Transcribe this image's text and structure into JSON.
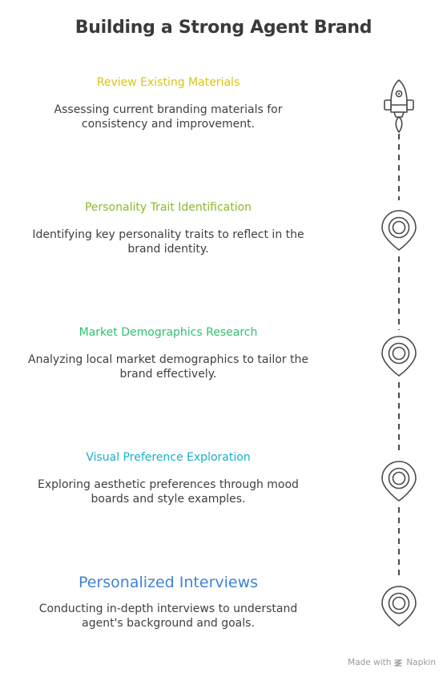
{
  "title": "Building a Strong Agent Brand",
  "steps": [
    {
      "heading": "Review Existing Materials",
      "description": "Assessing current branding materials for consistency and improvement.",
      "color": "#d9c414",
      "icon": "rocket-icon"
    },
    {
      "heading": "Personality Trait Identification",
      "description": "Identifying key personality traits to reflect in the brand identity.",
      "color": "#8cb82b",
      "icon": "location-pin-icon"
    },
    {
      "heading": "Market Demographics Research",
      "description": "Analyzing local market demographics to tailor the brand effectively.",
      "color": "#2fbf6f",
      "icon": "location-pin-icon"
    },
    {
      "heading": "Visual Preference Exploration",
      "description": "Exploring aesthetic preferences through mood boards and style examples.",
      "color": "#1aaecc",
      "icon": "location-pin-icon"
    },
    {
      "heading": "Personalized Interviews",
      "description": "Conducting in-depth interviews to understand agent's background and goals.",
      "color": "#3f82d8",
      "icon": "location-pin-icon"
    }
  ],
  "watermark": {
    "prefix": "Made with",
    "brand": "Napkin",
    "icon": "napkin-logo-icon"
  }
}
